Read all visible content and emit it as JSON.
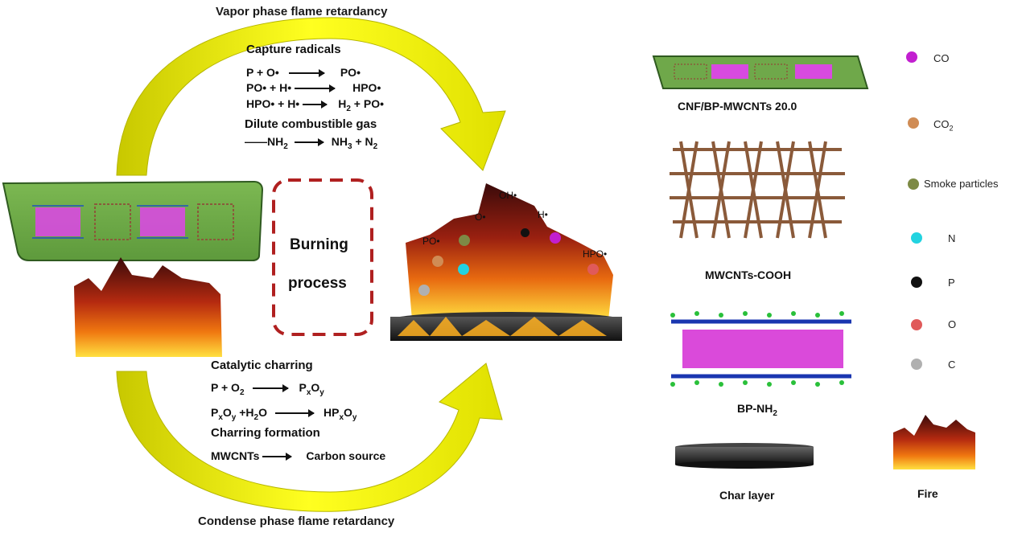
{
  "top_title": "Vapor phase flame retardancy",
  "bottom_title": "Condense phase flame retardancy",
  "vapor": {
    "heading1": "Capture radicals",
    "eq1": {
      "lhs": "P + O•",
      "rhs": "PO•"
    },
    "eq2": {
      "lhs": "PO• + H•",
      "rhs": "HPO•"
    },
    "eq3": {
      "lhs": "HPO• + H•",
      "rhs": "H2 + PO•"
    },
    "heading2": "Dilute combustible gas",
    "eq4": {
      "lhs": "——NH2",
      "rhs": "NH3 + N2"
    }
  },
  "condense": {
    "heading1": "Catalytic charring",
    "eq1": {
      "lhs": "P + O2",
      "rhs": "PxOy"
    },
    "eq2": {
      "lhs": "PxOy +H2O",
      "rhs": "HPxOy"
    },
    "heading2": "Charring formation",
    "eq3": {
      "lhs": "MWCNTs",
      "rhs": "Carbon source"
    }
  },
  "burning": {
    "line1": "Burning",
    "line2": "process"
  },
  "radicals": {
    "oh": "OH•",
    "o": "O•",
    "h": "H•",
    "po": "PO•",
    "hpo": "HPO•"
  },
  "captions": {
    "cnf": "CNF/BP-MWCNTs 20.0",
    "mwcnt": "MWCNTs-COOH",
    "bp": "BP-NH2",
    "char": "Char layer",
    "fire": "Fire"
  },
  "legend": [
    {
      "label": "CO",
      "color": "#c21fd0"
    },
    {
      "label": "CO2",
      "color": "#d08c55"
    },
    {
      "label": "Smoke particles",
      "color": "#7d8a45"
    },
    {
      "label": "N",
      "color": "#22d3e0"
    },
    {
      "label": "P",
      "color": "#111111"
    },
    {
      "label": "O",
      "color": "#e05a5a"
    },
    {
      "label": "C",
      "color": "#b0b0b0"
    }
  ],
  "colors": {
    "arrow": "#e6e600",
    "film": "#6fa84a",
    "dash": "#b02020",
    "carbon": "#8a5a3a",
    "bp": "#d040d8"
  }
}
